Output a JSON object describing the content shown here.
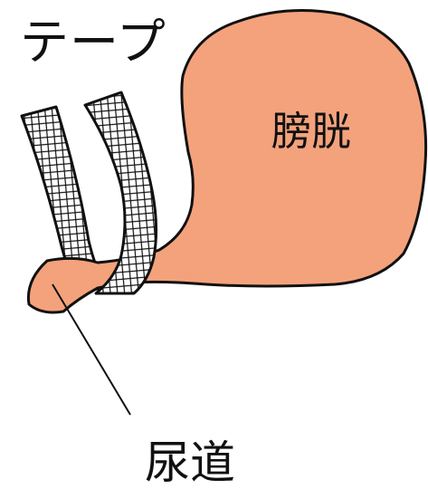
{
  "labels": {
    "tape": "テープ",
    "bladder": "膀胱",
    "urethra": "尿道"
  },
  "colors": {
    "organ_fill": "#F4A27C",
    "outline": "#111111",
    "tape_fill": "#FFFFFF",
    "text": "#111111"
  }
}
